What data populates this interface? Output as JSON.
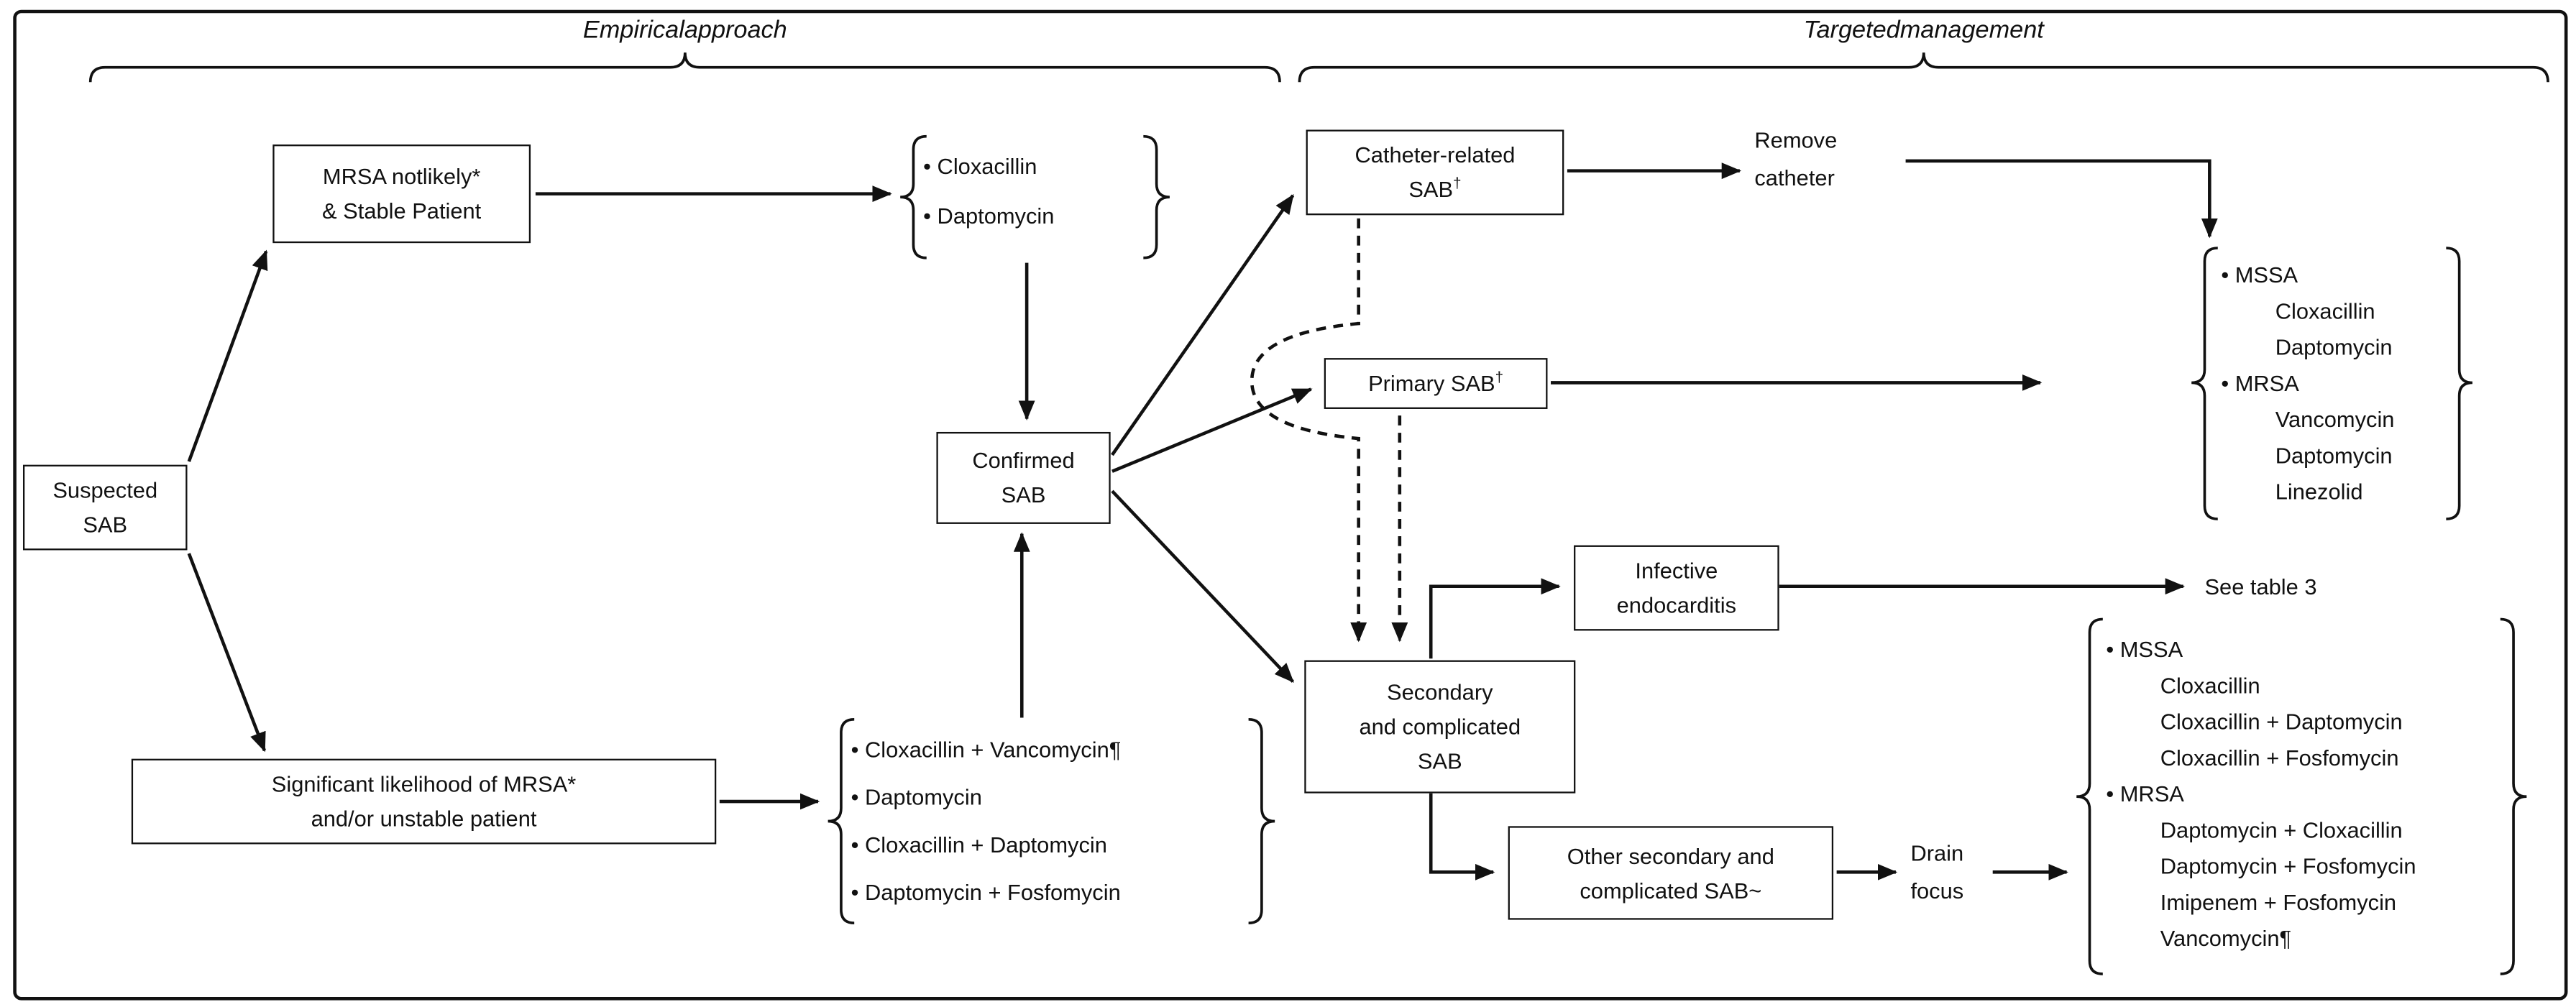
{
  "colors": {
    "ink": "#111111",
    "background": "#ffffff"
  },
  "headers": {
    "empirical": "Empiricalapproach",
    "targeted": "Targetedmanagement"
  },
  "nodes": {
    "suspected": {
      "lines": [
        "Suspected",
        "SAB"
      ]
    },
    "mrsa_not_likely": {
      "lines": [
        "MRSA notlikely*",
        "& Stable Patient"
      ]
    },
    "significant_mrsa": {
      "lines": [
        "Significant likelihood of MRSA*",
        "and/or unstable patient"
      ]
    },
    "confirmed": {
      "lines": [
        "Confirmed",
        "SAB"
      ]
    },
    "catheter_related": {
      "line1": "Catheter-related",
      "line2": "SAB",
      "sup": "†"
    },
    "primary": {
      "line": "Primary SAB",
      "sup": "†"
    },
    "infective": {
      "lines": [
        "Infective",
        "endocarditis"
      ]
    },
    "secondary": {
      "lines": [
        "Secondary",
        "and complicated",
        "SAB"
      ]
    },
    "other_secondary": {
      "lines": [
        "Other secondary and",
        "complicated SAB~"
      ]
    }
  },
  "labels": {
    "remove_catheter": {
      "lines": [
        "Remove",
        "catheter"
      ]
    },
    "see_table": "See table 3",
    "drain_focus": {
      "lines": [
        "Drain",
        "focus"
      ]
    }
  },
  "lists": {
    "empirical_stable": [
      "• Cloxacillin",
      "• Daptomycin"
    ],
    "empirical_unstable": [
      "• Cloxacillin + Vancomycin¶",
      "• Daptomycin",
      "• Cloxacillin + Daptomycin",
      "• Daptomycin + Fosfomycin"
    ],
    "targeted_uncomplicated": [
      "• MSSA",
      "Cloxacillin",
      "Daptomycin",
      "• MRSA",
      "Vancomycin",
      "Daptomycin",
      "Linezolid"
    ],
    "targeted_complicated": [
      "• MSSA",
      "Cloxacillin",
      "Cloxacillin + Daptomycin",
      "Cloxacillin + Fosfomycin",
      "• MRSA",
      "Daptomycin + Cloxacillin",
      "Daptomycin + Fosfomycin",
      "Imipenem + Fosfomycin",
      "Vancomycin¶"
    ]
  }
}
